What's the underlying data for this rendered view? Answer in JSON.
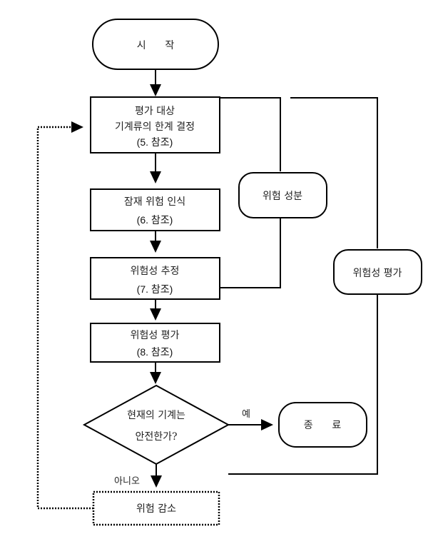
{
  "diagram": {
    "type": "flowchart",
    "nodes": {
      "start": {
        "label": "시      작"
      },
      "step1": {
        "lines": [
          "평가 대상",
          "기계류의 한계 결정"
        ],
        "ref": "(5. 참조)"
      },
      "step2": {
        "lines": [
          "잠재 위험 인식"
        ],
        "ref": "(6. 참조)"
      },
      "step3": {
        "lines": [
          "위험성 추정"
        ],
        "ref": "(7. 참조)"
      },
      "step4": {
        "lines": [
          "위험성 평가"
        ],
        "ref": "(8. 참조)"
      },
      "decision": {
        "lines": [
          "현재의 기계는",
          "안전한가?"
        ]
      },
      "end": {
        "label": "종      료"
      },
      "reduce": {
        "label": "위험 감소"
      },
      "group_risk_component": {
        "label": "위험 성분"
      },
      "group_risk_assessment": {
        "label": "위험성 평가"
      }
    },
    "edge_labels": {
      "yes": "예",
      "no": "아니오"
    },
    "colors": {
      "stroke": "#000000",
      "background": "#ffffff"
    }
  }
}
